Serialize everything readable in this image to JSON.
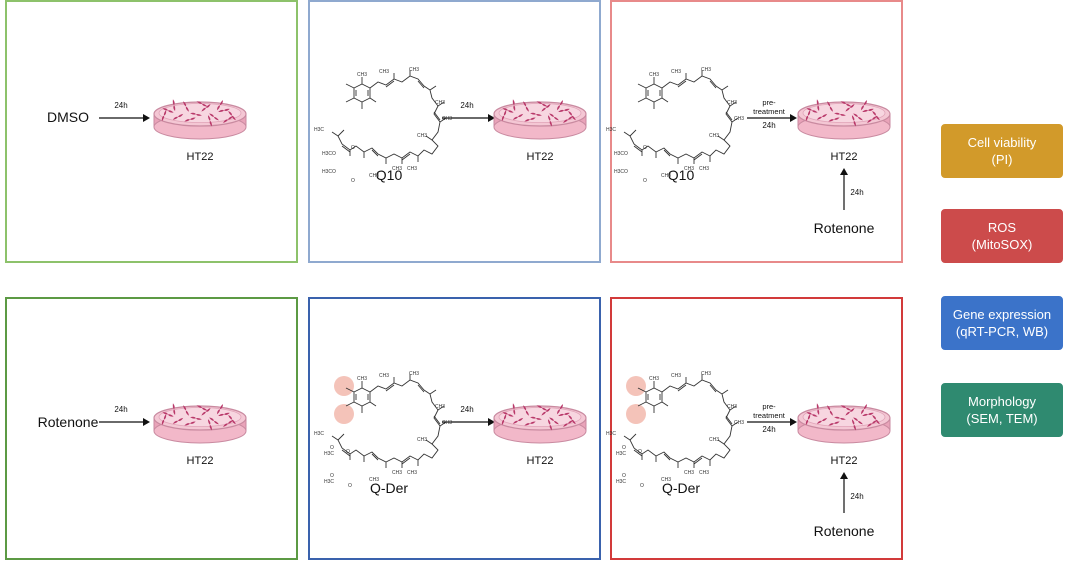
{
  "panels": [
    {
      "id": "dmso",
      "left_label": "DMSO",
      "arrow_label": "24h",
      "dish_label": "HT22",
      "border_color": "#8dc26b"
    },
    {
      "id": "q10",
      "compound_label": "Q10",
      "arrow_label": "24h",
      "dish_label": "HT22",
      "border_color": "#8fa9cf",
      "chem_labels": [
        "H3CO",
        "H3CO",
        "O",
        "O",
        "CH3",
        "CH3",
        "CH3",
        "CH3",
        "CH3",
        "CH3",
        "CH3",
        "CH3",
        "H3C",
        "CH3"
      ]
    },
    {
      "id": "q10-rot",
      "compound_label": "Q10",
      "arrow_top": "pre-",
      "arrow_mid": "treatment",
      "arrow_bottom": "24h",
      "dish_label": "HT22",
      "up_arrow_label": "24h",
      "bottom_label": "Rotenone",
      "border_color": "#e88a8a",
      "chem_labels": [
        "H3CO",
        "H3CO",
        "O",
        "O",
        "CH3",
        "CH3",
        "CH3",
        "CH3",
        "CH3",
        "CH3",
        "CH3",
        "CH3",
        "H3C",
        "CH3"
      ]
    },
    {
      "id": "rotenone",
      "left_label": "Rotenone",
      "arrow_label": "24h",
      "dish_label": "HT22",
      "border_color": "#5c9a44"
    },
    {
      "id": "qder",
      "compound_label": "Q-Der",
      "arrow_label": "24h",
      "dish_label": "HT22",
      "border_color": "#3a62ad",
      "chem_labels": [
        "H3C",
        "O",
        "O",
        "O",
        "H3C",
        "O",
        "CH3",
        "CH3",
        "CH3",
        "CH3",
        "CH3",
        "CH3",
        "CH3",
        "CH3",
        "H3C",
        "CH3"
      ]
    },
    {
      "id": "qder-rot",
      "compound_label": "Q-Der",
      "arrow_top": "pre-",
      "arrow_mid": "treatment",
      "arrow_bottom": "24h",
      "dish_label": "HT22",
      "up_arrow_label": "24h",
      "bottom_label": "Rotenone",
      "border_color": "#d23a3a",
      "chem_labels": [
        "H3C",
        "O",
        "O",
        "O",
        "H3C",
        "O",
        "CH3",
        "CH3",
        "CH3",
        "CH3",
        "CH3",
        "CH3",
        "CH3",
        "CH3",
        "H3C",
        "CH3"
      ]
    }
  ],
  "assays": [
    {
      "line1": "Cell viability",
      "line2": "(PI)",
      "color": "#d29a2a"
    },
    {
      "line1": "ROS",
      "line2": "(MitoSOX)",
      "color": "#cc4b4b"
    },
    {
      "line1": "Gene expression",
      "line2": "(qRT-PCR, WB)",
      "color": "#3b73c9"
    },
    {
      "line1": "Morphology",
      "line2": "(SEM, TEM)",
      "color": "#2f8a70"
    }
  ],
  "colors": {
    "dish_fill": "#f4c7d4",
    "cell_color": "#b9396a",
    "highlight": "#f2b9ad"
  }
}
